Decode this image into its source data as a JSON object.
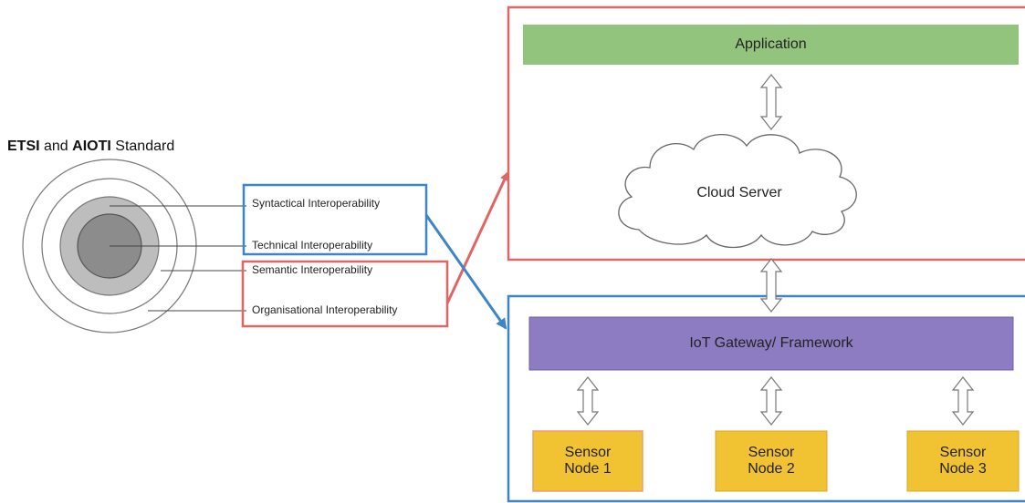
{
  "standard": {
    "title_bold_1": "ETSI",
    "title_mid": " and ",
    "title_bold_2": "AIOTI",
    "title_end": " Standard"
  },
  "layers": {
    "syntactical": "Syntactical Interoperability",
    "technical": "Technical Interoperability",
    "semantic": "Semantic Interoperability",
    "organisational": "Organisational Interoperability"
  },
  "stack": {
    "application": "Application",
    "cloud": "Cloud Server",
    "gateway": "IoT Gateway/ Framework",
    "sensors": [
      {
        "line1": "Sensor",
        "line2": "Node 1"
      },
      {
        "line1": "Sensor",
        "line2": "Node 2"
      },
      {
        "line1": "Sensor",
        "line2": "Node 3"
      }
    ]
  },
  "colors": {
    "red": "#e06666",
    "blue": "#3d85c6",
    "green": "#93c47d",
    "purple": "#8e7cc3",
    "yellow": "#f1c232"
  }
}
